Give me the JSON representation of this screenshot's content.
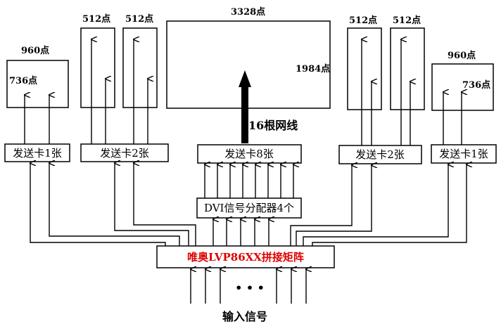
{
  "screens": {
    "left_small": {
      "width_label": "960点",
      "height_label": "736点"
    },
    "left_tall_a": {
      "width_label": "512点"
    },
    "left_tall_b": {
      "width_label": "512点"
    },
    "center": {
      "width_label": "3328点",
      "height_label": "1984点"
    },
    "right_tall_a": {
      "width_label": "512点"
    },
    "right_tall_b": {
      "width_label": "512点"
    },
    "right_small": {
      "width_label": "960点",
      "height_label": "736点"
    }
  },
  "cable_label": "16根网线",
  "senders": {
    "s1": "发送卡1张",
    "s2": "发送卡2张",
    "s8": "发送卡8张",
    "s2r": "发送卡2张",
    "s1r": "发送卡1张"
  },
  "splitter": "DVI信号分配器4个",
  "matrix": "唯奥LVP86XX拼接矩阵",
  "ellipsis": "• • •",
  "input_label": "输入信号"
}
